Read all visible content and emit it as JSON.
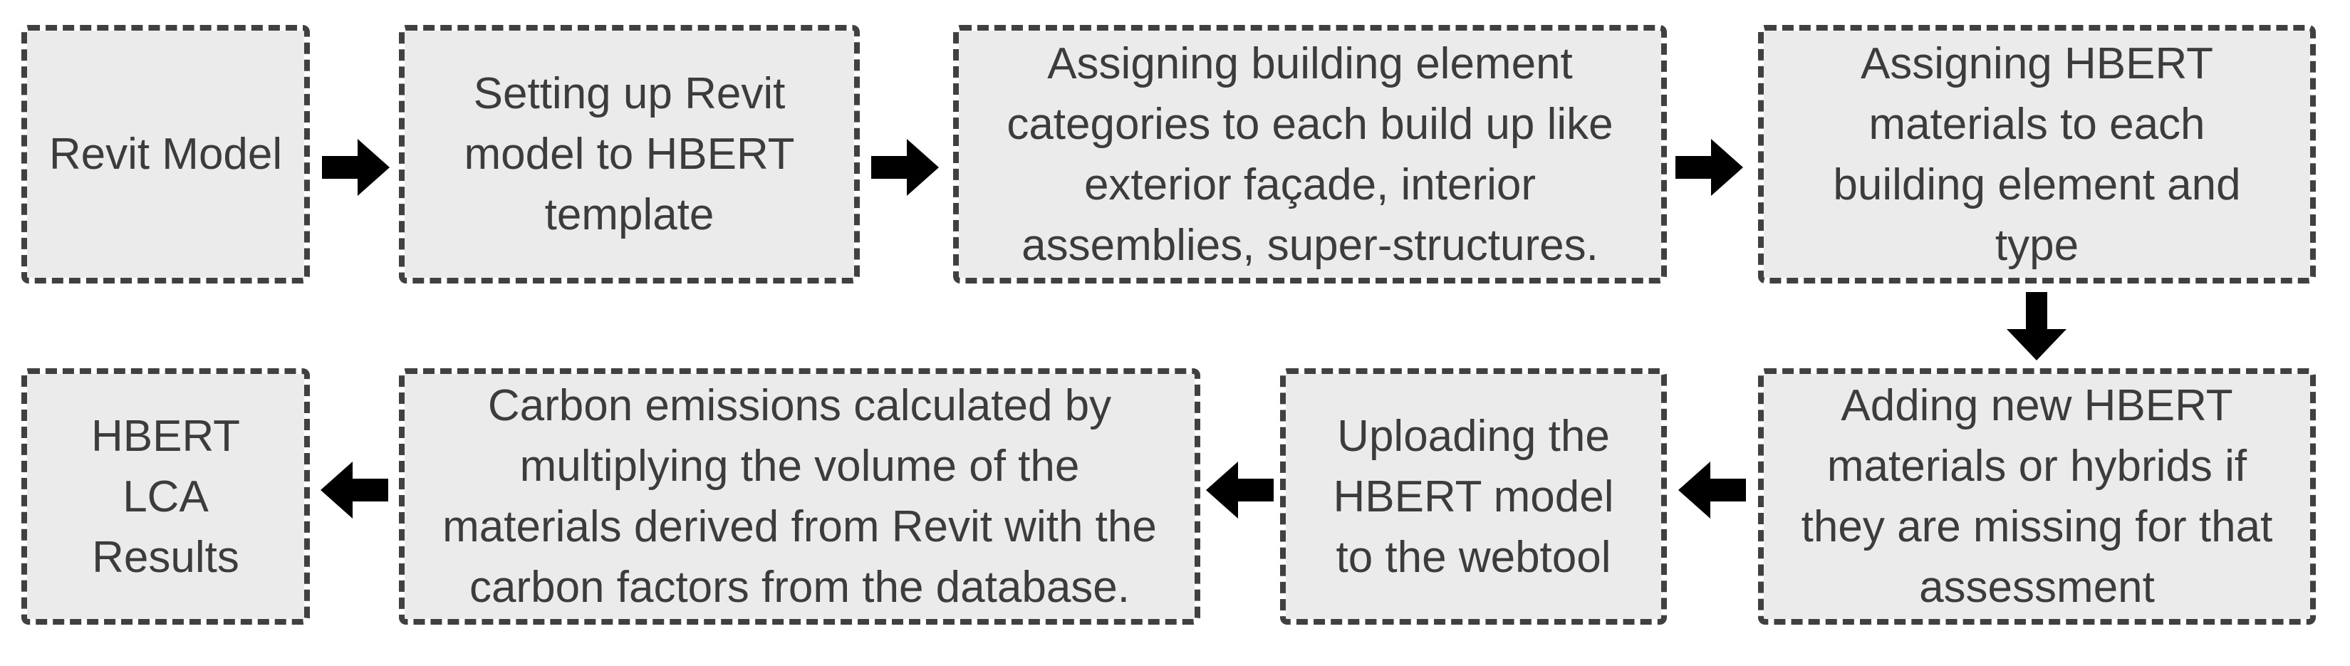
{
  "flowchart": {
    "boxes": [
      {
        "id": "revit-model",
        "text": "Revit Model"
      },
      {
        "id": "setting-up-revit",
        "text": "Setting up Revit\nmodel to HBERT\ntemplate"
      },
      {
        "id": "assigning-categories",
        "text": "Assigning building element\ncategories to each build up like\nexterior façade, interior\nassemblies, super-structures."
      },
      {
        "id": "assigning-materials",
        "text": "Assigning HBERT\nmaterials to each\nbuilding element and\ntype"
      },
      {
        "id": "adding-new-materials",
        "text": "Adding new HBERT\nmaterials or hybrids if\nthey are missing for that\nassessment"
      },
      {
        "id": "uploading-model",
        "text": "Uploading the\nHBERT model\nto the webtool"
      },
      {
        "id": "carbon-emissions",
        "text": "Carbon emissions calculated by\nmultiplying the volume of the\nmaterials derived from Revit with the\ncarbon factors from the database."
      },
      {
        "id": "hbert-lca-results",
        "text": "HBERT\nLCA\nResults"
      }
    ],
    "arrows": [
      {
        "id": "arrow-1",
        "direction": "right",
        "from": "revit-model",
        "to": "setting-up-revit"
      },
      {
        "id": "arrow-2",
        "direction": "right",
        "from": "setting-up-revit",
        "to": "assigning-categories"
      },
      {
        "id": "arrow-3",
        "direction": "right",
        "from": "assigning-categories",
        "to": "assigning-materials"
      },
      {
        "id": "arrow-4",
        "direction": "down",
        "from": "assigning-materials",
        "to": "adding-new-materials"
      },
      {
        "id": "arrow-5",
        "direction": "left",
        "from": "adding-new-materials",
        "to": "uploading-model"
      },
      {
        "id": "arrow-6",
        "direction": "left",
        "from": "uploading-model",
        "to": "carbon-emissions"
      },
      {
        "id": "arrow-7",
        "direction": "left",
        "from": "carbon-emissions",
        "to": "hbert-lca-results"
      }
    ],
    "colors": {
      "box_fill": "#ebebeb",
      "box_border": "#404040",
      "text": "#3c3c3c",
      "arrow": "#000000",
      "background": "#ffffff"
    }
  }
}
